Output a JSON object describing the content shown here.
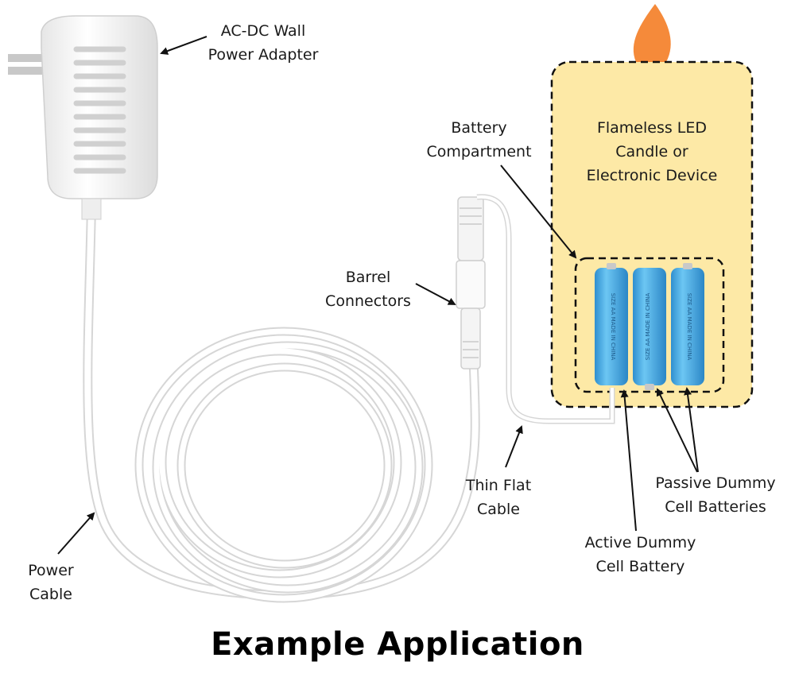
{
  "labels": {
    "adapter": [
      "AC-DC Wall",
      "Power Adapter"
    ],
    "battery_compartment": [
      "Battery",
      "Compartment"
    ],
    "device": [
      "Flameless LED",
      "Candle or",
      "Electronic Device"
    ],
    "barrel": [
      "Barrel",
      "Connectors"
    ],
    "thin_cable": [
      "Thin Flat",
      "Cable"
    ],
    "passive": [
      "Passive Dummy",
      "Cell Batteries"
    ],
    "active": [
      "Active Dummy",
      "Cell Battery"
    ],
    "power_cable": [
      "Power",
      "Cable"
    ]
  },
  "battery_print": "SIZE AA MADE IN CHINA",
  "title": "Example Application",
  "colors": {
    "device_fill": "#fde9a6",
    "flame": "#f58a3a",
    "battery": "#4fb3e8",
    "cable": "#ffffff",
    "cable_edge": "#d4d4d4"
  }
}
